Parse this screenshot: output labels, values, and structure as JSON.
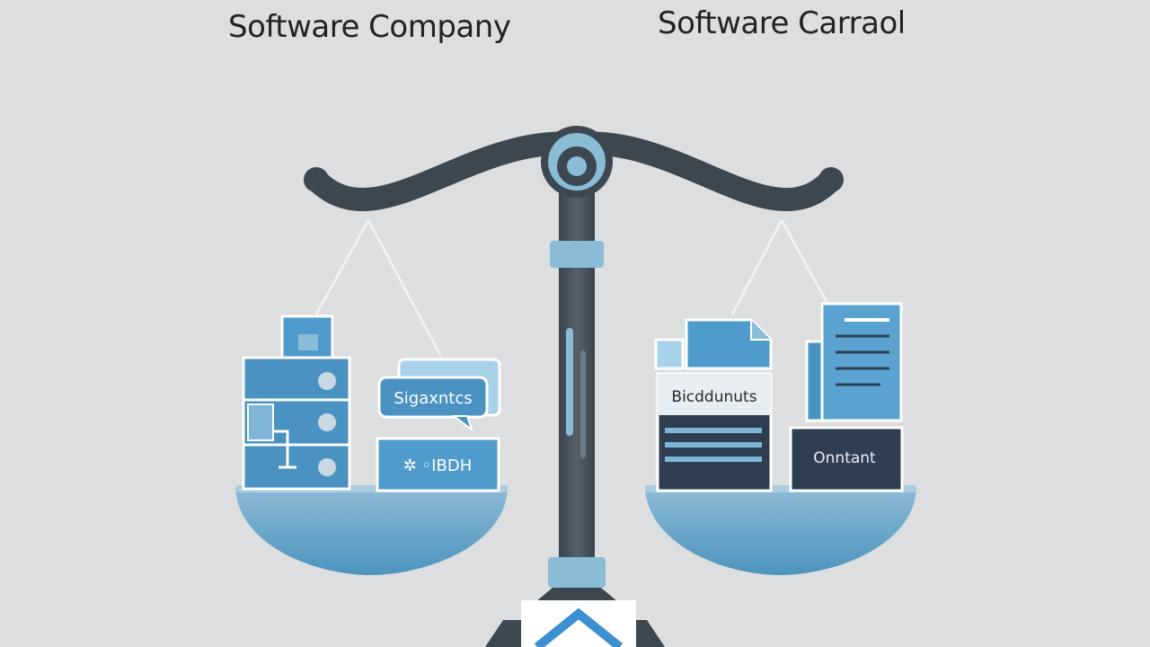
{
  "titles": {
    "left": "Software Company",
    "right": "Software Carraol"
  },
  "left_pan": {
    "items": [
      {
        "icon": "server-rack-icon"
      },
      {
        "icon": "chat-bubble-icon",
        "label": "Sigaxntcs"
      },
      {
        "icon": "badge-card-icon",
        "label": "✲ ◦IBDH"
      }
    ]
  },
  "right_pan": {
    "items": [
      {
        "icon": "file-icon"
      },
      {
        "icon": "document-icon",
        "label": "Bicddunuts"
      },
      {
        "icon": "stacked-pages-icon"
      },
      {
        "icon": "card-icon",
        "label": "Onntant"
      }
    ]
  },
  "colors": {
    "background": "#dcdedf",
    "beam": "#3c4750",
    "pan": "#6aa6c8",
    "accent": "#4a8fc0",
    "dark_card": "#2f3f52"
  }
}
